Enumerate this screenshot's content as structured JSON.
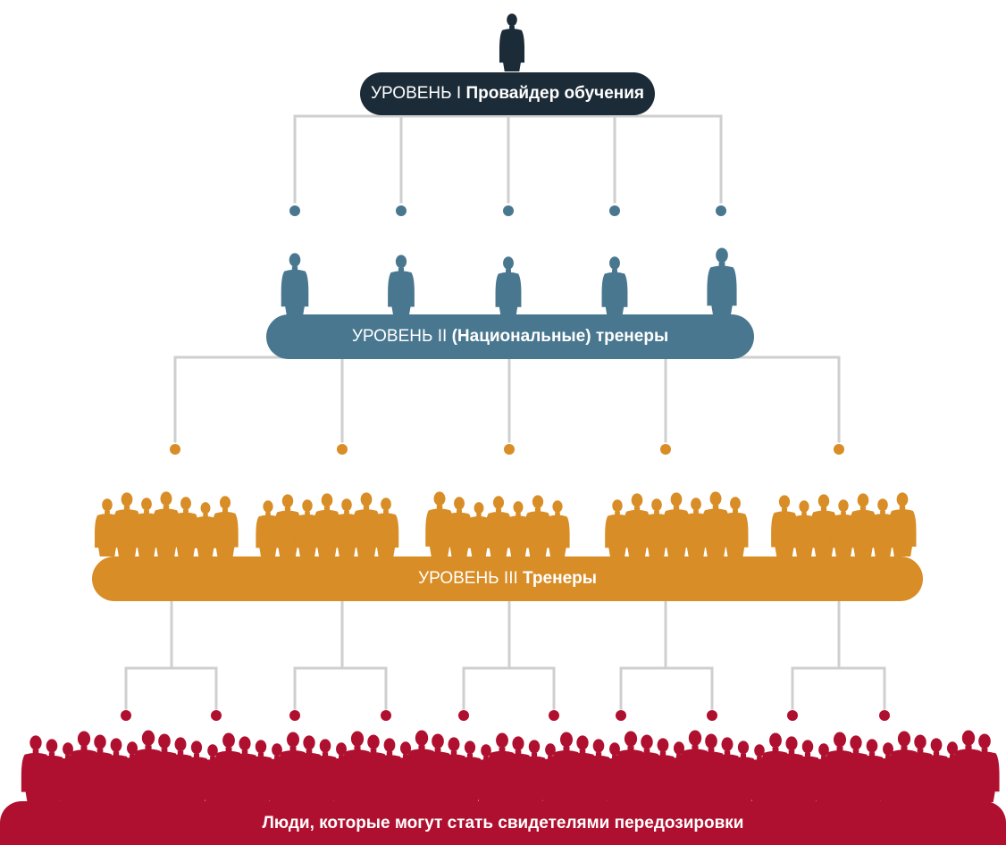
{
  "levels": [
    {
      "level": "УРОВЕНЬ I",
      "title": "Провайдер обучения"
    },
    {
      "level": "УРОВЕНЬ II",
      "title": "(Национальные) тренеры"
    },
    {
      "level": "УРОВЕНЬ III",
      "title": "Тренеры"
    },
    {
      "level": "",
      "title": "Люди, которые могут стать свидетелями передозировки"
    }
  ],
  "colors": {
    "level1": "#1c2b38",
    "level2": "#49778f",
    "level3": "#d88d26",
    "level4": "#b0102f",
    "connector": "#cfcfcf"
  },
  "icons": {
    "level1": "person-silhouette-icon",
    "level2": "person-silhouette-icon",
    "level3": "group-silhouette-icon",
    "level4": "crowd-silhouette-icon"
  }
}
